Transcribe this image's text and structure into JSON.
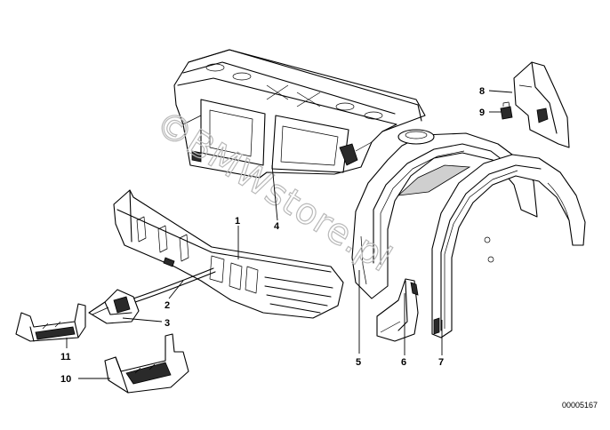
{
  "diagram": {
    "watermark": "©BMWstore.pl",
    "drawing_code": "00005167",
    "callouts": [
      {
        "number": "1",
        "part": "rear-floor-panel"
      },
      {
        "number": "2",
        "part": "seal-strip"
      },
      {
        "number": "3",
        "part": "bracket-small"
      },
      {
        "number": "4",
        "part": "rear-bulkhead-parcel-shelf"
      },
      {
        "number": "5",
        "part": "inner-wheel-housing"
      },
      {
        "number": "6",
        "part": "gusset-plate"
      },
      {
        "number": "7",
        "part": "outer-wheel-arch"
      },
      {
        "number": "8",
        "part": "upper-corner-panel"
      },
      {
        "number": "9",
        "part": "clip"
      },
      {
        "number": "10",
        "part": "support-bracket-large"
      },
      {
        "number": "11",
        "part": "support-bracket-left"
      }
    ]
  }
}
